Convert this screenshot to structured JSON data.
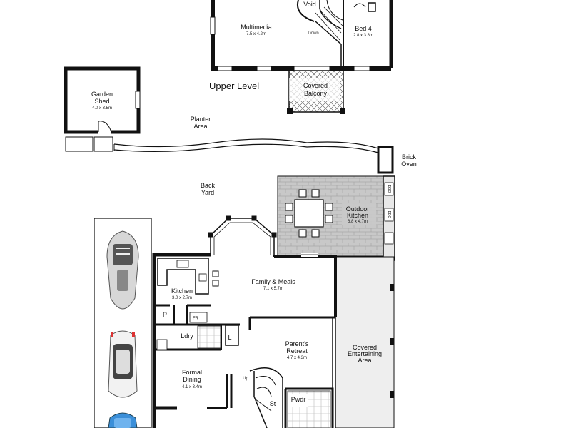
{
  "levels": {
    "upper": "Upper Level"
  },
  "rooms": {
    "multimedia": {
      "name": "Multimedia",
      "size": "7.5 x 4.2m"
    },
    "void": {
      "name": "Void"
    },
    "down": {
      "name": "Down"
    },
    "bed4": {
      "name": "Bed 4",
      "size": "2.8 x 3.8m"
    },
    "covered_balcony": {
      "line1": "Covered",
      "line2": "Balcony"
    },
    "garden_shed": {
      "line1": "Garden",
      "line2": "Shed",
      "size": "4.0 x 3.5m"
    },
    "planter_area": {
      "line1": "Planter",
      "line2": "Area"
    },
    "brick_oven": {
      "line1": "Brick",
      "line2": "Oven"
    },
    "back_yard": {
      "line1": "Back",
      "line2": "Yard"
    },
    "outdoor_kitchen": {
      "line1": "Outdoor",
      "line2": "Kitchen",
      "size": "6.8 x 4.7m"
    },
    "bbq_label": "BBQ",
    "kitchen": {
      "name": "Kitchen",
      "size": "3.0 x 2.7m"
    },
    "family_meals": {
      "name": "Family & Meals",
      "size": "7.1 x 5.7m"
    },
    "pantry": {
      "name": "P"
    },
    "fridge": {
      "name": "FR"
    },
    "laundry": {
      "name": "Ldry"
    },
    "linen": {
      "name": "L"
    },
    "parents_retreat": {
      "line1": "Parent's",
      "line2": "Retreat",
      "size": "4.7 x 4.3m"
    },
    "covered_entertaining": {
      "line1": "Covered",
      "line2": "Entertaining",
      "line3": "Area"
    },
    "formal_dining": {
      "line1": "Formal",
      "line2": "Dining",
      "size": "4.1 x 3.4m"
    },
    "up": {
      "name": "Up"
    },
    "store": {
      "name": "St"
    },
    "powder": {
      "name": "Pwdr"
    }
  },
  "colors": {
    "wall": "#111111",
    "paving": "#c9c9c9",
    "covered_area": "#eeeeee",
    "car_blue": "#3b8fd9",
    "car_white": "#f2f2f2"
  },
  "icons": [
    "speedboat-icon",
    "car-white-icon",
    "car-blue-icon",
    "bbq-icon",
    "sink-icon",
    "dining-table-icon"
  ]
}
